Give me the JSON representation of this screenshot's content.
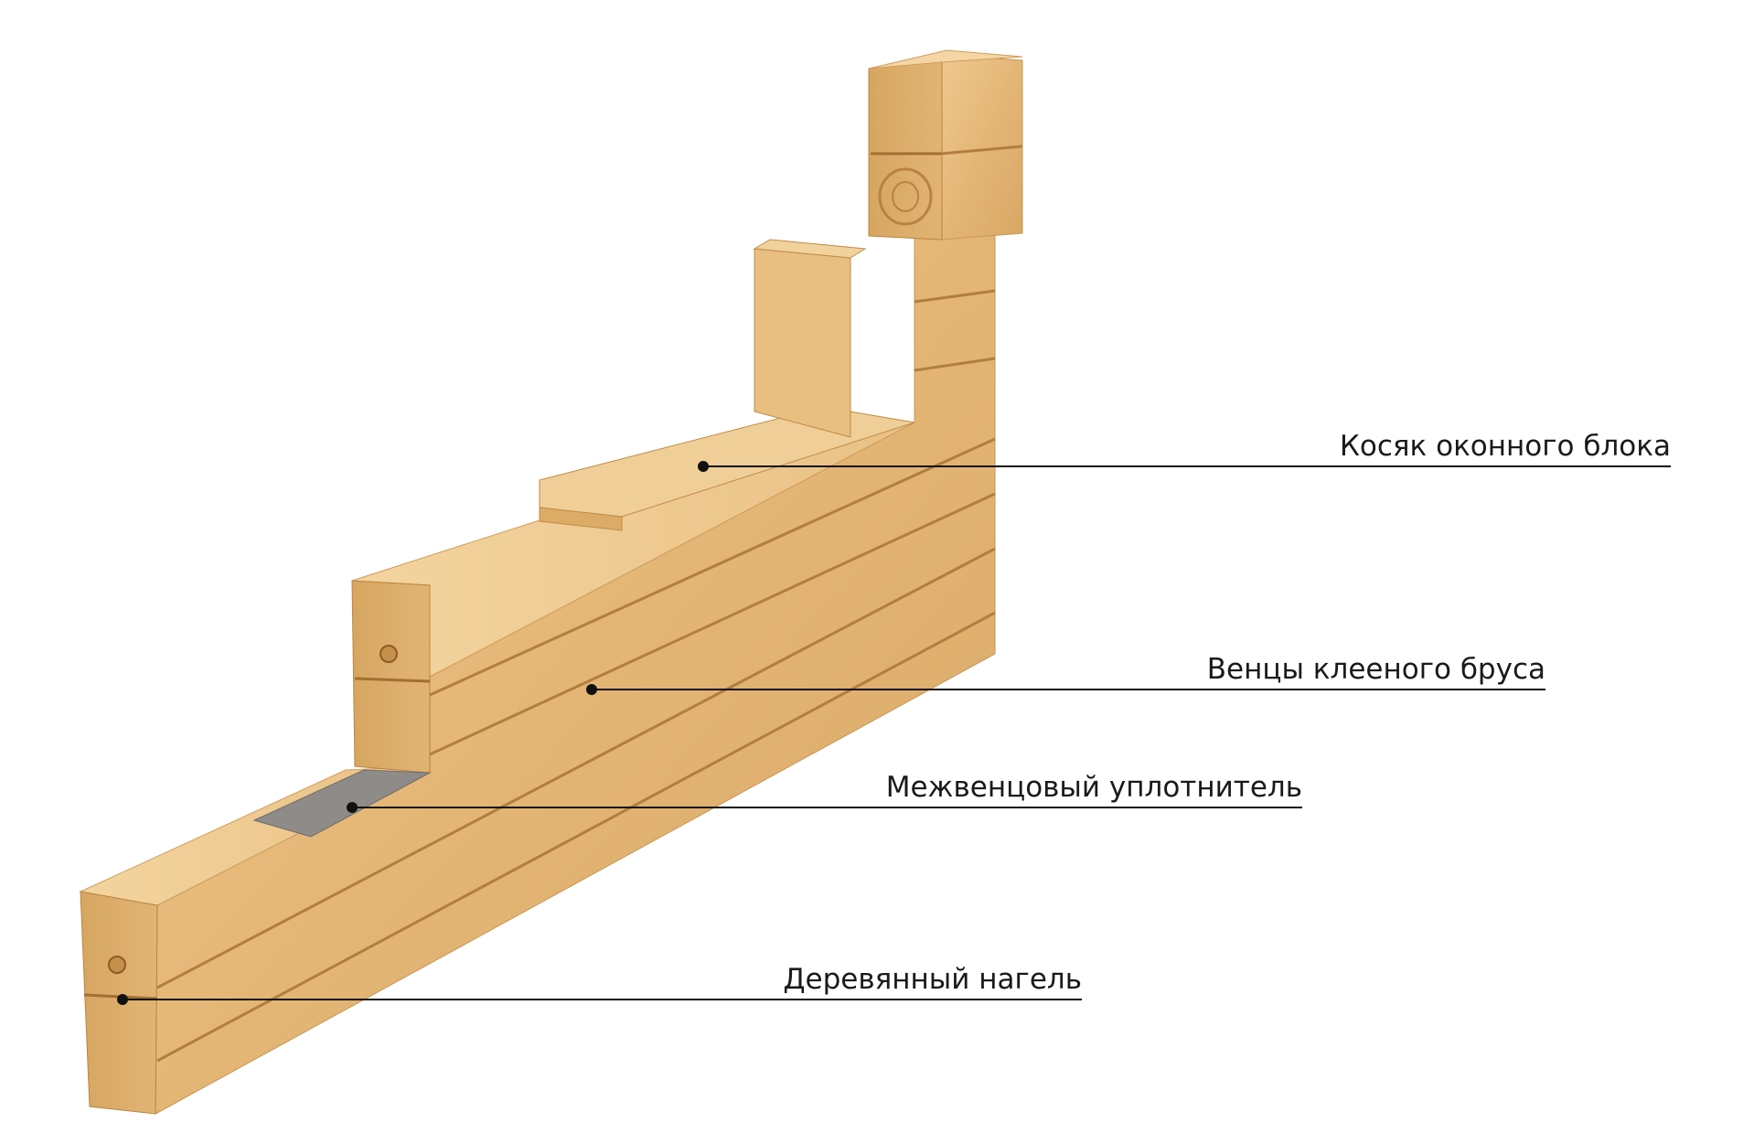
{
  "diagram": {
    "callouts": [
      {
        "id": "window-jamb",
        "label": "Косяк оконного блока"
      },
      {
        "id": "glulam-crowns",
        "label": "Венцы клееного бруса"
      },
      {
        "id": "crown-sealant",
        "label": "Межвенцовый уплотнитель"
      },
      {
        "id": "wooden-dowel",
        "label": "Деревянный нагель"
      }
    ],
    "colors": {
      "wood_face": "#e6b97a",
      "wood_top": "#f0cd95",
      "wood_end": "#d9aa66",
      "groove": "#a9773f",
      "sealant": "#8e8b88",
      "leader": "#111111"
    }
  }
}
